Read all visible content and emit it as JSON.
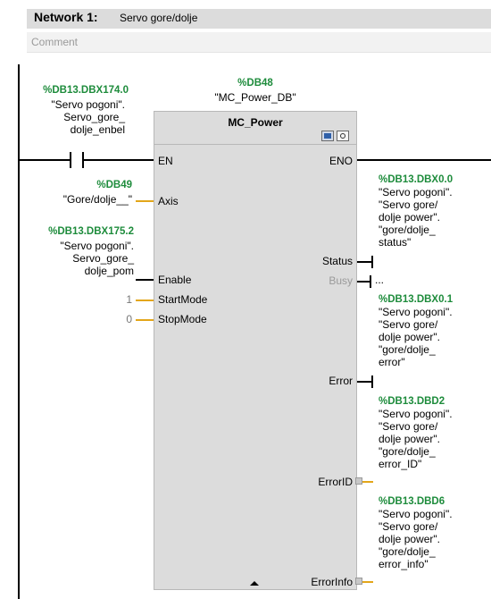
{
  "network": {
    "title": "Network 1:",
    "name": "Servo gore/dolje",
    "comment_placeholder": "Comment"
  },
  "contact": {
    "address": "%DB13.DBX174.0",
    "operand": [
      "\"Servo pogoni\".",
      "Servo_gore_",
      "dolje_enbel"
    ]
  },
  "block": {
    "instance_address": "%DB48",
    "instance_name": "\"MC_Power_DB\"",
    "type": "MC_Power",
    "inputs": {
      "en": "EN",
      "axis": "Axis",
      "enable": "Enable",
      "startmode": "StartMode",
      "stopmode": "StopMode"
    },
    "outputs": {
      "eno": "ENO",
      "status": "Status",
      "busy": "Busy",
      "error": "Error",
      "errorid": "ErrorID",
      "errorinfo": "ErrorInfo"
    }
  },
  "params": {
    "axis": {
      "address": "%DB49",
      "operand": "\"Gore/dolje__\""
    },
    "enable": {
      "address": "%DB13.DBX175.2",
      "operand": [
        "\"Servo pogoni\".",
        "Servo_gore_",
        "dolje_pom"
      ]
    },
    "startmode": "1",
    "stopmode": "0",
    "status": {
      "address": "%DB13.DBX0.0",
      "operand": [
        "\"Servo pogoni\".",
        "\"Servo gore/",
        "dolje power\".",
        "\"gore/dolje_",
        "status\""
      ]
    },
    "busy": "...",
    "error": {
      "address": "%DB13.DBX0.1",
      "operand": [
        "\"Servo pogoni\".",
        "\"Servo gore/",
        "dolje power\".",
        "\"gore/dolje_",
        "error\""
      ]
    },
    "errorid": {
      "address": "%DB13.DBD2",
      "operand": [
        "\"Servo pogoni\".",
        "\"Servo gore/",
        "dolje power\".",
        "\"gore/dolje_",
        "error_ID\""
      ]
    },
    "errorinfo": {
      "address": "%DB13.DBD6",
      "operand": [
        "\"Servo pogoni\".",
        "\"Servo gore/",
        "dolje power\".",
        "\"gore/dolje_",
        "error_info\""
      ]
    }
  }
}
